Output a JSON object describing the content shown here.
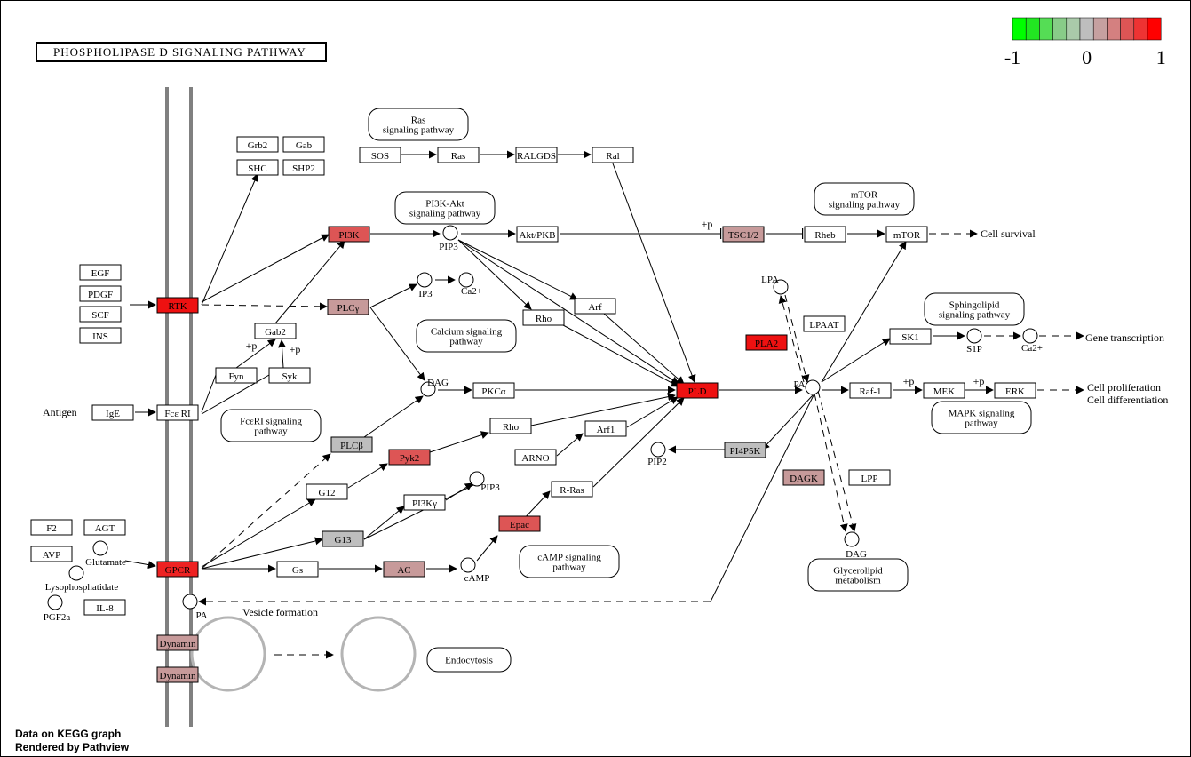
{
  "title": "PHOSPHOLIPASE D SIGNALING PATHWAY",
  "legend": {
    "colors": [
      "#00ff00",
      "#22e622",
      "#55dd55",
      "#88cc88",
      "#aacaaa",
      "#bebebe",
      "#c6a0a0",
      "#d48080",
      "#dd5555",
      "#ee3333",
      "#ff0000"
    ],
    "labels": [
      "-1",
      "0",
      "1"
    ]
  },
  "footer": {
    "line1": "Data on KEGG graph",
    "line2": "Rendered by Pathview"
  },
  "genes": [
    {
      "id": "grb2",
      "label": "Grb2",
      "fill": "#ffffff"
    },
    {
      "id": "gab",
      "label": "Gab",
      "fill": "#ffffff"
    },
    {
      "id": "shc",
      "label": "SHC",
      "fill": "#ffffff"
    },
    {
      "id": "shp2",
      "label": "SHP2",
      "fill": "#ffffff"
    },
    {
      "id": "sos",
      "label": "SOS",
      "fill": "#ffffff"
    },
    {
      "id": "ras",
      "label": "Ras",
      "fill": "#ffffff"
    },
    {
      "id": "ralgds",
      "label": "RALGDS",
      "fill": "#ffffff"
    },
    {
      "id": "ral",
      "label": "Ral",
      "fill": "#ffffff"
    },
    {
      "id": "pi3k",
      "label": "PI3K",
      "fill": "#dd5555"
    },
    {
      "id": "aktpkb",
      "label": "Akt/PKB",
      "fill": "#ffffff"
    },
    {
      "id": "tsc12",
      "label": "TSC1/2",
      "fill": "#c79a9a"
    },
    {
      "id": "rheb",
      "label": "Rheb",
      "fill": "#ffffff"
    },
    {
      "id": "mtor",
      "label": "mTOR",
      "fill": "#ffffff"
    },
    {
      "id": "egf",
      "label": "EGF",
      "fill": "#ffffff"
    },
    {
      "id": "pdgf",
      "label": "PDGF",
      "fill": "#ffffff"
    },
    {
      "id": "scf",
      "label": "SCF",
      "fill": "#ffffff"
    },
    {
      "id": "ins",
      "label": "INS",
      "fill": "#ffffff"
    },
    {
      "id": "rtk",
      "label": "RTK",
      "fill": "#ee1111"
    },
    {
      "id": "plcg",
      "label": "PLCγ",
      "fill": "#c79a9a"
    },
    {
      "id": "rho1",
      "label": "Rho",
      "fill": "#ffffff"
    },
    {
      "id": "arf1top",
      "label": "Arf",
      "fill": "#ffffff"
    },
    {
      "id": "gab2",
      "label": "Gab2",
      "fill": "#ffffff"
    },
    {
      "id": "fyn",
      "label": "Fyn",
      "fill": "#ffffff"
    },
    {
      "id": "syk",
      "label": "Syk",
      "fill": "#ffffff"
    },
    {
      "id": "ige",
      "label": "IgE",
      "fill": "#ffffff"
    },
    {
      "id": "fceri",
      "label": "Fcε RI",
      "fill": "#ffffff"
    },
    {
      "id": "pkca",
      "label": "PKCα",
      "fill": "#ffffff"
    },
    {
      "id": "pld",
      "label": "PLD",
      "fill": "#ee1111"
    },
    {
      "id": "rho2",
      "label": "Rho",
      "fill": "#ffffff"
    },
    {
      "id": "plcb",
      "label": "PLCβ",
      "fill": "#bebebe"
    },
    {
      "id": "pyk2",
      "label": "Pyk2",
      "fill": "#dd5555"
    },
    {
      "id": "arf1",
      "label": "Arf1",
      "fill": "#ffffff"
    },
    {
      "id": "arno",
      "label": "ARNO",
      "fill": "#ffffff"
    },
    {
      "id": "g12",
      "label": "G12",
      "fill": "#ffffff"
    },
    {
      "id": "pi3kg",
      "label": "PI3Kγ",
      "fill": "#ffffff"
    },
    {
      "id": "rras",
      "label": "R-Ras",
      "fill": "#ffffff"
    },
    {
      "id": "epac",
      "label": "Epac",
      "fill": "#dd5555"
    },
    {
      "id": "g13",
      "label": "G13",
      "fill": "#bebebe"
    },
    {
      "id": "gs",
      "label": "Gs",
      "fill": "#ffffff"
    },
    {
      "id": "ac",
      "label": "AC",
      "fill": "#c79a9a"
    },
    {
      "id": "gpcr",
      "label": "GPCR",
      "fill": "#ee2222"
    },
    {
      "id": "f2",
      "label": "F2",
      "fill": "#ffffff"
    },
    {
      "id": "agt",
      "label": "AGT",
      "fill": "#ffffff"
    },
    {
      "id": "avp",
      "label": "AVP",
      "fill": "#ffffff"
    },
    {
      "id": "il8",
      "label": "IL-8",
      "fill": "#ffffff"
    },
    {
      "id": "dynamin1",
      "label": "Dynamin",
      "fill": "#c79a9a"
    },
    {
      "id": "dynamin2",
      "label": "Dynamin",
      "fill": "#c79a9a"
    },
    {
      "id": "lpaat",
      "label": "LPAAT",
      "fill": "#ffffff"
    },
    {
      "id": "pla2",
      "label": "PLA2",
      "fill": "#ee1111"
    },
    {
      "id": "sk1",
      "label": "SK1",
      "fill": "#ffffff"
    },
    {
      "id": "raf1",
      "label": "Raf-1",
      "fill": "#ffffff"
    },
    {
      "id": "mek",
      "label": "MEK",
      "fill": "#ffffff"
    },
    {
      "id": "erk",
      "label": "ERK",
      "fill": "#ffffff"
    },
    {
      "id": "pi4p5k",
      "label": "PI4P5K",
      "fill": "#bebebe"
    },
    {
      "id": "dagk",
      "label": "DAGK",
      "fill": "#c79a9a"
    },
    {
      "id": "lpp",
      "label": "LPP",
      "fill": "#ffffff"
    }
  ],
  "pathways": [
    {
      "id": "ras-path",
      "lines": [
        "Ras",
        "signaling pathway"
      ]
    },
    {
      "id": "pi3k-akt-path",
      "lines": [
        "PI3K-Akt",
        "signaling pathway"
      ]
    },
    {
      "id": "mtor-path",
      "lines": [
        "mTOR",
        "signaling pathway"
      ]
    },
    {
      "id": "calcium-path",
      "lines": [
        "Calcium signaling",
        "pathway"
      ]
    },
    {
      "id": "sphingolipid-path",
      "lines": [
        "Sphingolipid",
        "signaling pathway"
      ]
    },
    {
      "id": "fceri-path",
      "lines": [
        "FcεRI signaling",
        "pathway"
      ]
    },
    {
      "id": "mapk-path",
      "lines": [
        "MAPK signaling",
        "pathway"
      ]
    },
    {
      "id": "camp-path",
      "lines": [
        "cAMP signaling",
        "pathway"
      ]
    },
    {
      "id": "glycerolipid-path",
      "lines": [
        "Glycerolipid",
        "metabolism"
      ]
    },
    {
      "id": "endocytosis-path",
      "lines": [
        "Endocytosis"
      ]
    }
  ],
  "compounds": [
    {
      "id": "pip3a",
      "label": "PIP3"
    },
    {
      "id": "ip3",
      "label": "IP3"
    },
    {
      "id": "ca1",
      "label": "Ca2+"
    },
    {
      "id": "lpa",
      "label": "LPA"
    },
    {
      "id": "dag1",
      "label": "DAG"
    },
    {
      "id": "pa1",
      "label": "PA"
    },
    {
      "id": "s1p",
      "label": "S1P"
    },
    {
      "id": "ca2",
      "label": "Ca2+"
    },
    {
      "id": "pip2",
      "label": "PIP2"
    },
    {
      "id": "pip3b",
      "label": "PIP3"
    },
    {
      "id": "camp",
      "label": "cAMP"
    },
    {
      "id": "dag2",
      "label": "DAG"
    },
    {
      "id": "glutamate",
      "label": "Glutamate"
    },
    {
      "id": "lysophosphatidate",
      "label": "Lysophosphatidate"
    },
    {
      "id": "pgf2a",
      "label": "PGF2a"
    },
    {
      "id": "pa2",
      "label": "PA"
    }
  ],
  "texts": [
    {
      "id": "cell-survival",
      "label": "Cell survival"
    },
    {
      "id": "gene-transcription",
      "label": "Gene transcription"
    },
    {
      "id": "cell-proliferation",
      "label": "Cell proliferation"
    },
    {
      "id": "cell-differentiation",
      "label": "Cell differentiation"
    },
    {
      "id": "antigen",
      "label": "Antigen"
    },
    {
      "id": "vesicle-formation",
      "label": "Vesicle formation"
    },
    {
      "id": "p1",
      "label": "+p"
    },
    {
      "id": "p2",
      "label": "+p"
    },
    {
      "id": "p3",
      "label": "+p"
    },
    {
      "id": "p4",
      "label": "+p"
    },
    {
      "id": "p5",
      "label": "+p"
    }
  ]
}
